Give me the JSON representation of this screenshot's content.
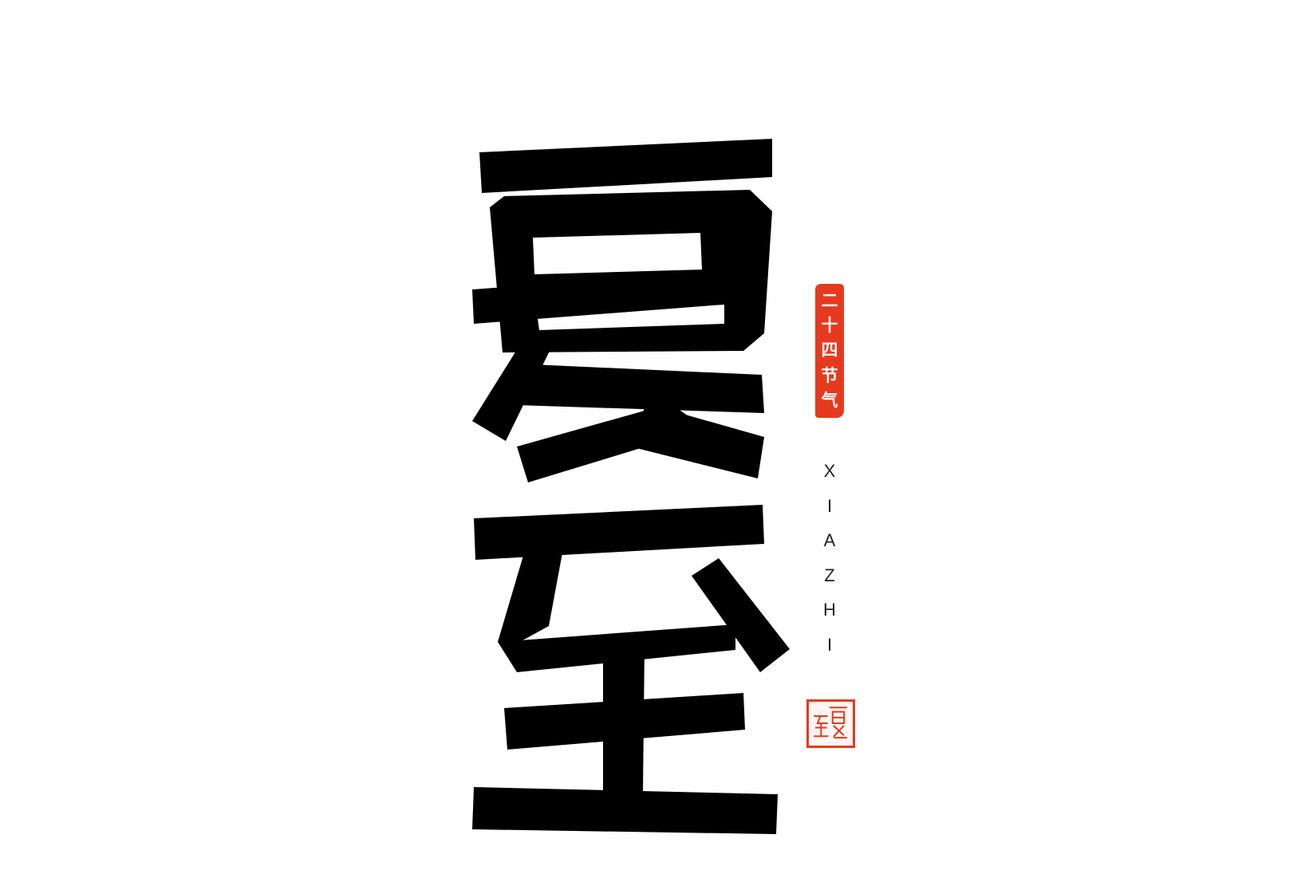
{
  "title_glyphs": [
    "夏",
    "至"
  ],
  "seal": {
    "text_chars": [
      "二",
      "十",
      "四",
      "节",
      "气"
    ],
    "color": "#e63a1f"
  },
  "pinyin_letters": [
    "X",
    "I",
    "A",
    "Z",
    "H",
    "I"
  ],
  "stamp": {
    "text": "夏至",
    "color": "#e8381c"
  },
  "colors": {
    "ink": "#000000",
    "background": "#ffffff"
  }
}
